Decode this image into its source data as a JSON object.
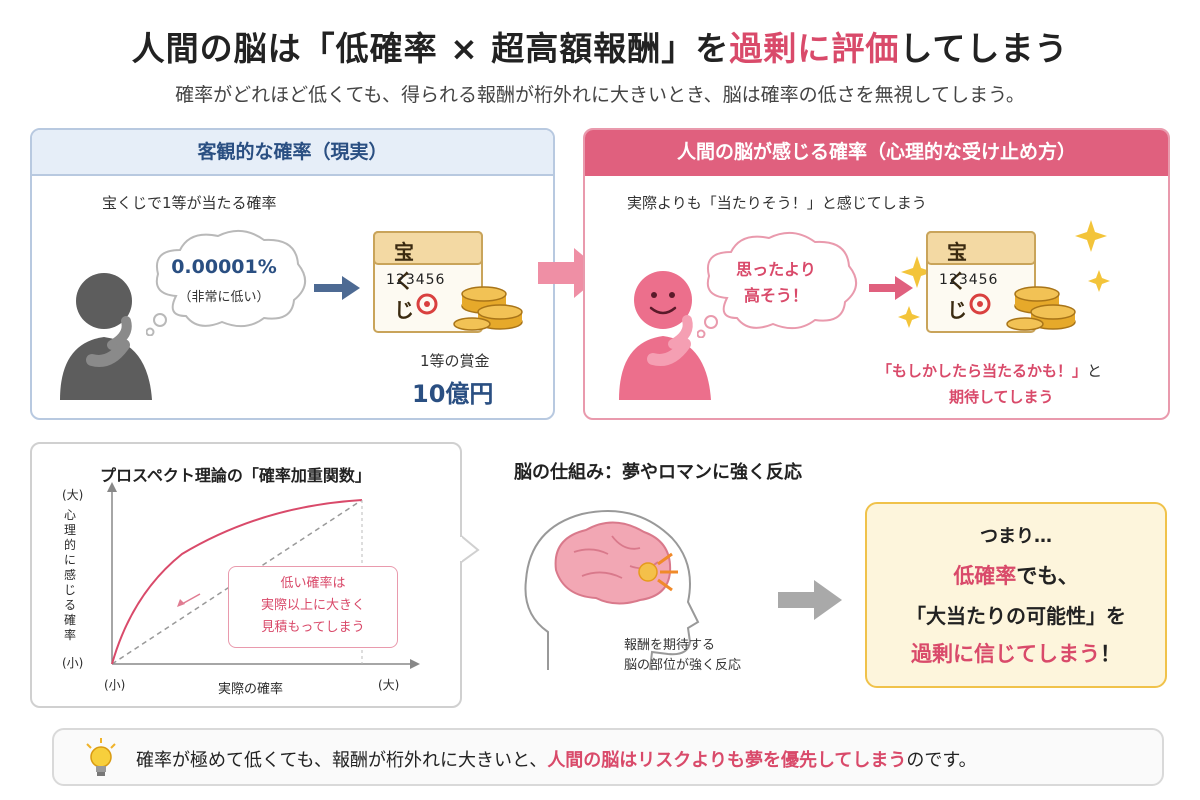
{
  "header": {
    "title_pre": "人間の脳は「低確率 × 超高額報酬」を",
    "title_highlight": "過剰に評価",
    "title_post": "してしまう",
    "subtitle": "確率がどれほど低くても、得られる報酬が桁外れに大きいとき、脳は確率の低さを無視してしまう。"
  },
  "left_panel": {
    "heading": "客観的な確率（現実）",
    "caption": "宝くじで1等が当たる確率",
    "bubble_value": "0.00001%",
    "bubble_note": "（非常に低い）",
    "ticket_title": "宝くじ",
    "ticket_number": "123456",
    "prize_label": "1等の賞金",
    "prize_value": "10億円"
  },
  "right_panel": {
    "heading": "人間の脳が感じる確率（心理的な受け止め方）",
    "caption": "実際よりも「当たりそう！」と感じてしまう",
    "bubble_line1": "思ったより",
    "bubble_line2": "高そう！",
    "ticket_title": "宝くじ",
    "ticket_number": "123456",
    "expect_quote": "「もしかしたら当たるかも！」",
    "expect_to": "と",
    "expect_line2": "期待してしまう"
  },
  "graph": {
    "title": "プロスペクト理論の「確率加重関数」",
    "y_top": "(大)",
    "y_label": "心理的に感じる確率",
    "y_bottom": "(小)",
    "x_left": "(小)",
    "x_label": "実際の確率",
    "x_right": "(大)",
    "callout_lines": [
      "低い確率は",
      "実際以上に大きく",
      "見積もってしまう"
    ]
  },
  "brain": {
    "heading": "脳の仕組み：夢やロマンに強く反応",
    "caption_line1": "報酬を期待する",
    "caption_line2": "脳の部位が強く反応"
  },
  "conclusion": {
    "line1": "つまり…",
    "line2_hl": "低確率",
    "line2_post": "でも、",
    "line3": "「大当たりの可能性」を",
    "line4_hl": "過剰に信じてしまう",
    "line4_post": "！"
  },
  "footer": {
    "text_pre": "確率が極めて低くても、報酬が桁外れに大きいと、",
    "text_hl": "人間の脳はリスクよりも夢を優先してしまう",
    "text_post": "のです。"
  },
  "colors": {
    "accent_red": "#d94a6a",
    "accent_blue": "#2a4f82",
    "gold": "#e6a92a"
  }
}
